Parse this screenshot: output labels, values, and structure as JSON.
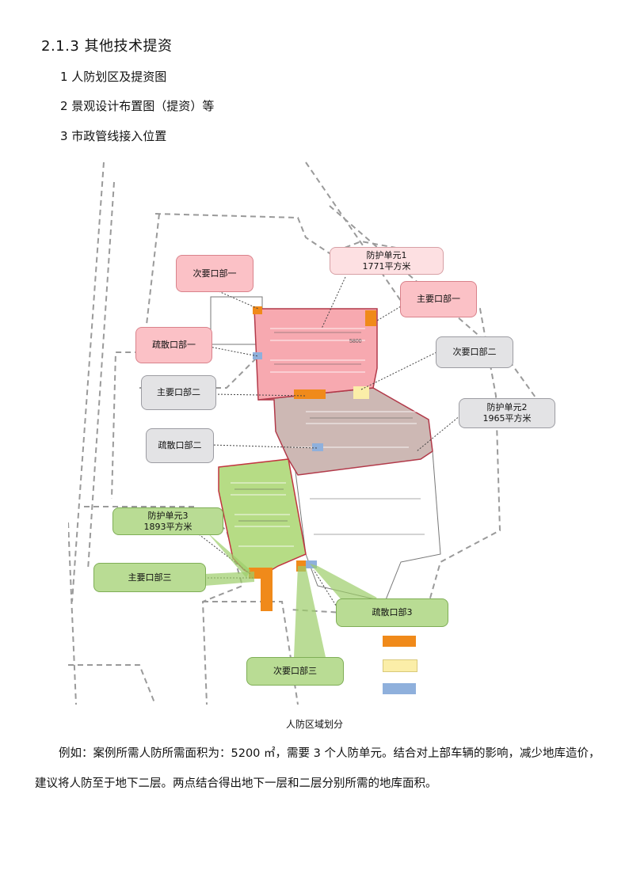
{
  "heading": "2.1.3 其他技术提资",
  "items": [
    "1 人防划区及提资图",
    "2 景观设计布置图（提资）等",
    "3 市政管线接入位置"
  ],
  "plan": {
    "callouts": {
      "secondary_entrance_1": "次要口部一",
      "protection_unit_1": "防护单元1\n1771平方米",
      "main_entrance_1": "主要口部一",
      "evacuation_1": "疏散口部一",
      "secondary_entrance_2": "次要口部二",
      "main_entrance_2": "主要口部二",
      "protection_unit_2": "防护单元2\n1965平方米",
      "evacuation_2": "疏散口部二",
      "protection_unit_3": "防护单元3\n1893平方米",
      "main_entrance_3": "主要口部三",
      "evacuation_3": "疏散口部3",
      "secondary_entrance_3": "次要口部三"
    },
    "dimension_label": "5800",
    "colors": {
      "unit1": "#f6a5ad",
      "unit2": "#c9b4b0",
      "unit3": "#b6dc85",
      "main_entrance": "#f08a1a",
      "secondary_entrance": "#fbeea8",
      "evacuation": "#8fb0dc"
    }
  },
  "caption": "人防区域划分",
  "paragraph": "例如：案例所需人防所需面积为：5200 ㎡，需要 3 个人防单元。结合对上部车辆的影响，减少地库造价，建议将人防至于地下二层。两点结合得出地下一层和二层分别所需的地库面积。"
}
